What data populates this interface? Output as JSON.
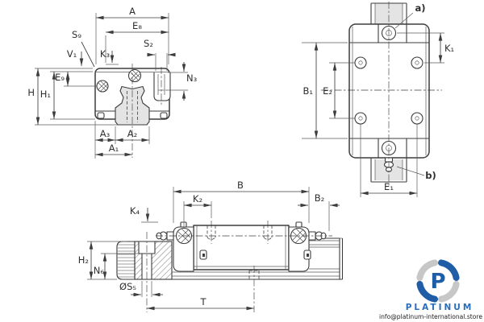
{
  "views": {
    "front": {
      "dims": {
        "A": "A",
        "E8": "E₈",
        "S9": "S₉",
        "V1": "V₁",
        "K3": "K₃",
        "S2": "S₂",
        "N3": "N₃",
        "E9": "E₉",
        "H": "H",
        "H1": "H₁",
        "A3": "A₃",
        "A2": "A₂",
        "A1": "A₁"
      }
    },
    "top": {
      "dims": {
        "a": "a)",
        "K1": "K₁",
        "B1": "B₁",
        "E2": "E₂",
        "E1": "E₁",
        "b": "b)"
      }
    },
    "side": {
      "dims": {
        "B": "B",
        "K2": "K₂",
        "K4": "K₄",
        "B2": "B₂",
        "H2": "H₂",
        "N6": "N₆",
        "S5": "ØS₅",
        "T": "T"
      }
    }
  },
  "branding": {
    "logo_letter": "P",
    "logo_text": "PLATINUM",
    "email": "info@platinum-international.store"
  },
  "colors": {
    "line": "#3d3d3d",
    "rail_fill": "#e4e4e4",
    "hatch": "#555555",
    "logo_blue": "#1f5da6",
    "logo_gray": "#c7c7c7",
    "brand_text_blue": "#2a6db8",
    "email_text": "#1d1d1d"
  }
}
